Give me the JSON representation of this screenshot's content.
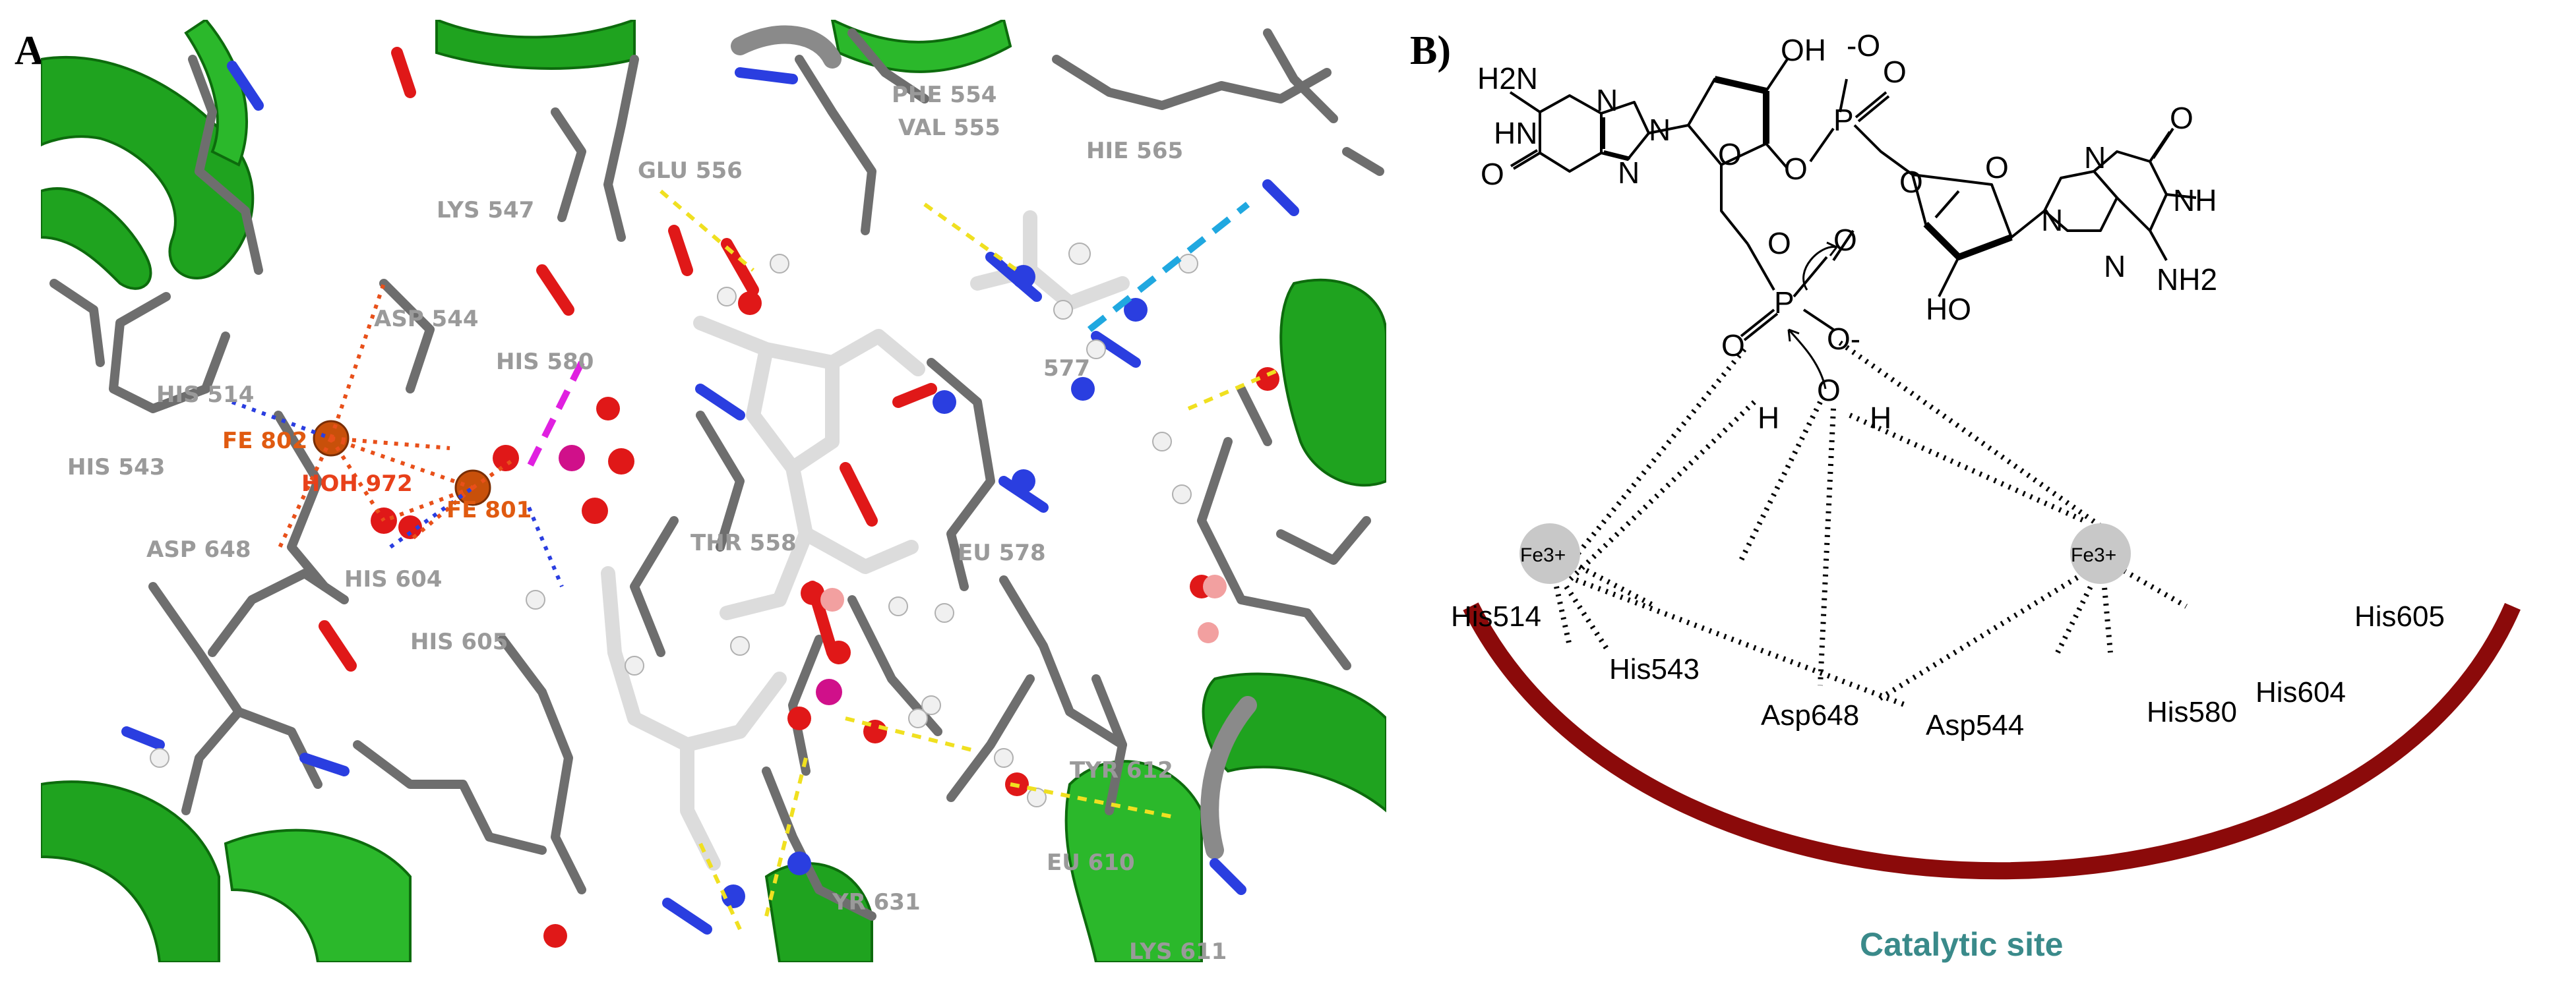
{
  "panels": {
    "a_label": "A)",
    "b_label": "B)"
  },
  "panel_a": {
    "residues": [
      {
        "id": "phe554",
        "text": "PHE 554"
      },
      {
        "id": "val555",
        "text": "VAL 555"
      },
      {
        "id": "hie565",
        "text": "HIE 565"
      },
      {
        "id": "glu556",
        "text": "GLU 556"
      },
      {
        "id": "lys547",
        "text": "LYS 547"
      },
      {
        "id": "asp544",
        "text": "ASP 544"
      },
      {
        "id": "his580",
        "text": "HIS 580"
      },
      {
        "id": "his514",
        "text": "HIS 514"
      },
      {
        "id": "his543",
        "text": "HIS 543"
      },
      {
        "id": "asp648",
        "text": "ASP 648"
      },
      {
        "id": "his604",
        "text": "HIS 604"
      },
      {
        "id": "his605",
        "text": "HIS 605"
      },
      {
        "id": "thr558",
        "text": "THR 558"
      },
      {
        "id": "leu578",
        "text": "EU 578"
      },
      {
        "id": "tyr612",
        "text": "TYR 612"
      },
      {
        "id": "leu610",
        "text": "EU 610"
      },
      {
        "id": "tyr631",
        "text": "YR 631"
      },
      {
        "id": "lys611",
        "text": "LYS 611"
      },
      {
        "id": "res577",
        "text": "577"
      }
    ],
    "fe802": "FE 802",
    "fe801": "FE 801",
    "hoh972": "HOH 972"
  },
  "panel_b": {
    "atoms": {
      "h2n": "H2N",
      "hn": "HN",
      "n1": "N",
      "n2": "N",
      "n3": "N",
      "o_keto_left": "O",
      "oh_top": "OH",
      "o_ring_left": "O",
      "o_phos_top_minus": "-O",
      "p_top": "P",
      "o_double_top": "O",
      "o_bridge1": "O",
      "o_bridge2": "O",
      "o_ring_right": "O",
      "n4": "N",
      "n5": "N",
      "n6": "N",
      "nh": "NH",
      "o_keto_right": "O",
      "nh2": "NH2",
      "ho_bottom": "HO",
      "o_p1": "O",
      "o_p2": "O",
      "p_bottom": "P",
      "o_double_bottom": "O",
      "o_minus_bottom": "O-",
      "water_o": "O",
      "water_h1": "H",
      "water_h2": "H"
    },
    "metals": {
      "fe_left": "Fe3+",
      "fe_right": "Fe3+"
    },
    "residues": [
      {
        "id": "his514",
        "text": "His514"
      },
      {
        "id": "his543",
        "text": "His543"
      },
      {
        "id": "asp648",
        "text": "Asp648"
      },
      {
        "id": "asp544",
        "text": "Asp544"
      },
      {
        "id": "his580",
        "text": "His580"
      },
      {
        "id": "his604",
        "text": "His604"
      },
      {
        "id": "his605",
        "text": "His605"
      }
    ],
    "catalytic_site": "Catalytic site"
  },
  "colors": {
    "helix": "#1fa31f",
    "carbon": "#6e6e6e",
    "ligand": "#e8e8e8",
    "oxygen": "#e01818",
    "nitrogen": "#2a3ee0",
    "iron": "#c8500a",
    "phosphorus": "#d0108a",
    "arc": "#8b0a0a",
    "catalytic_text": "#3a8a8a",
    "metal_sphere": "#c8c8c8"
  }
}
